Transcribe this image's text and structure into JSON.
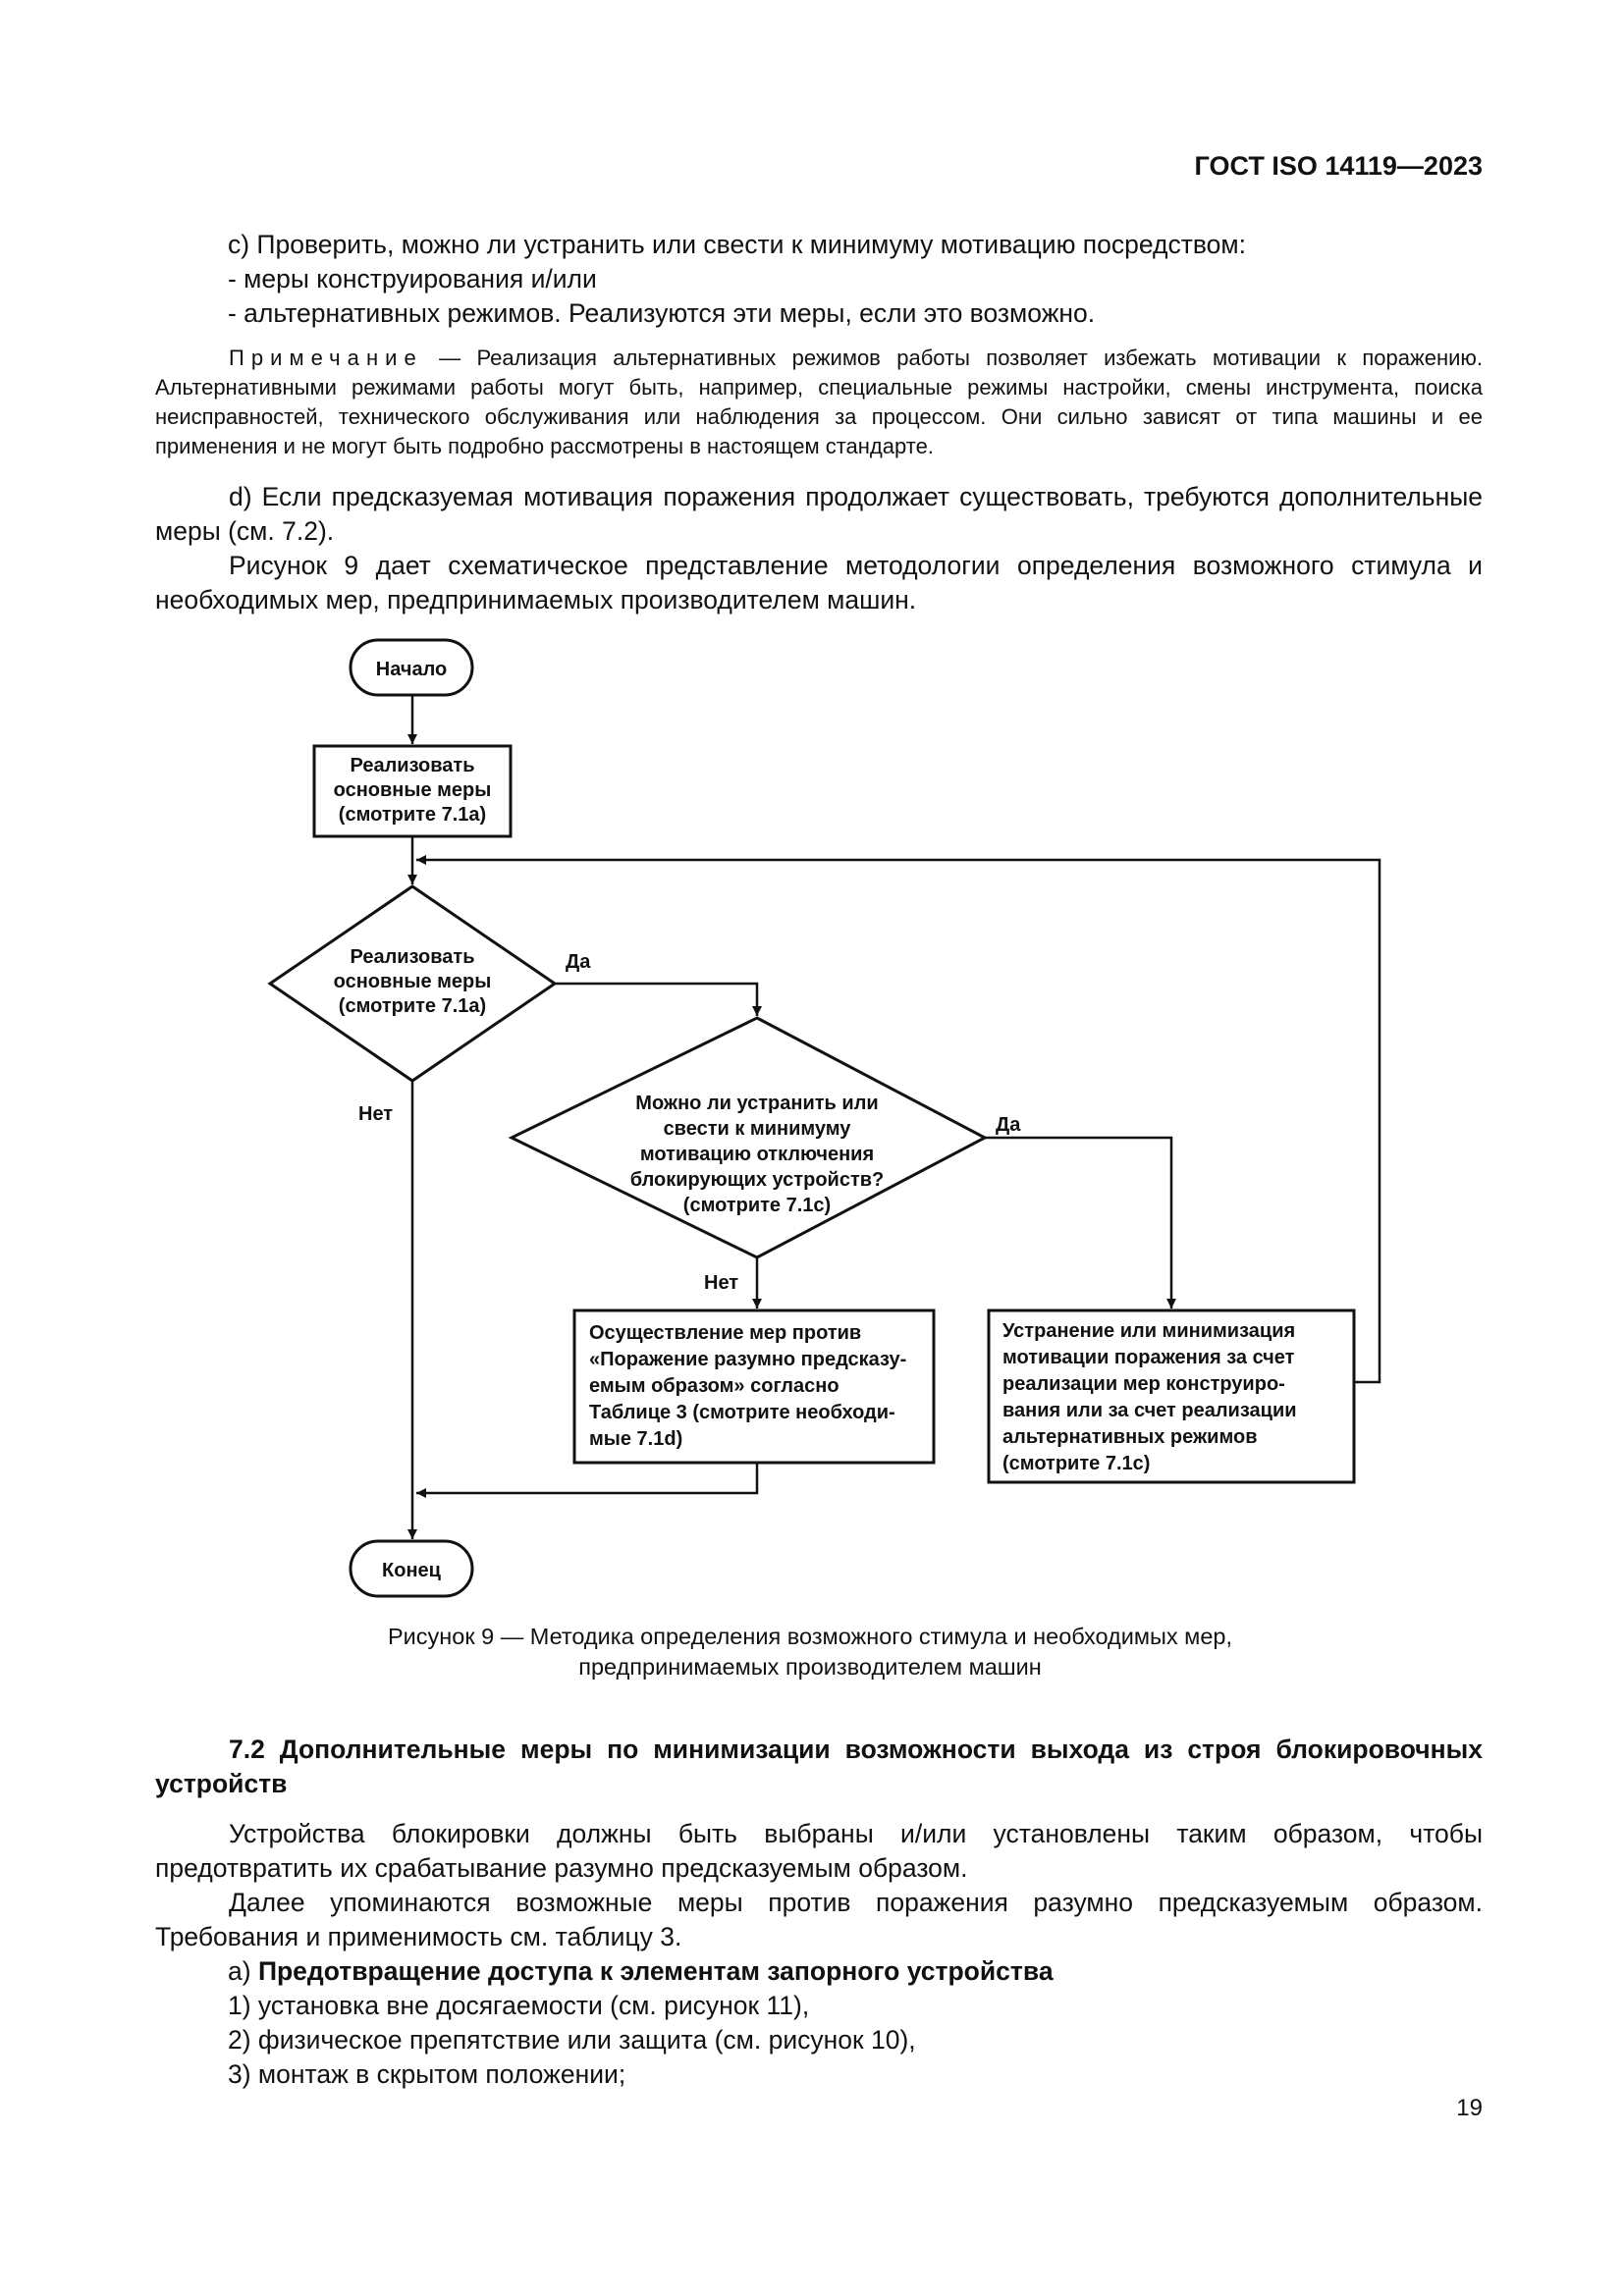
{
  "header": {
    "doc_id": "ГОСТ ISO 14119—2023"
  },
  "body_top": {
    "c_line": "c) Проверить, можно ли устранить или свести к минимуму мотивацию посредством:",
    "dash1": "- меры конструирования и/или",
    "dash2": "- альтернативных режимов. Реализуются эти меры, если это возможно.",
    "note_label": "Примечание",
    "note_text": " — Реализация альтернативных режимов работы позволяет избежать мотивации к поражению. Альтернативными режимами работы могут быть, например, специальные режимы настройки, смены инструмента, поиска неисправностей, технического обслуживания или наблюдения за процессом. Они сильно зависят от типа машины и ее применения и не могут быть подробно рассмотрены в настоящем стандарте.",
    "d_para": "d) Если предсказуемая мотивация поражения продолжает существовать, требуются дополнительные меры (см. 7.2).",
    "fig_ref_para": "Рисунок 9 дает схематическое представление методологии определения возможного стимула и необходимых мер, предпринимаемых производителем машин."
  },
  "flowchart": {
    "start": "Начало",
    "box1": [
      "Реализовать",
      "основные меры",
      "(смотрите 7.1а)"
    ],
    "diamond1": [
      "Реализовать",
      "основные меры",
      "(смотрите 7.1а)"
    ],
    "yes1": "Да",
    "no1": "Нет",
    "diamond2": [
      "Можно ли устранить или",
      "свести к минимуму",
      "мотивацию отключения",
      "блокирующих устройств?",
      "(смотрите 7.1с)"
    ],
    "yes2": "Да",
    "no2": "Нет",
    "box_left": [
      "Осуществление мер против",
      "«Поражение разумно предсказу-",
      "емым образом» согласно",
      "Таблице 3 (смотрите необходи-",
      "мые 7.1d)"
    ],
    "box_right": [
      "Устранение или минимизация",
      "мотивации поражения за счет",
      "реализации мер конструиро-",
      "вания или за счет реализации",
      "альтернативных режимов",
      "(смотрите 7.1с)"
    ],
    "end": "Конец"
  },
  "caption": {
    "line1": "Рисунок 9 — Методика определения возможного стимула и необходимых мер,",
    "line2": "предпринимаемых производителем машин"
  },
  "section": {
    "heading": "7.2 Дополнительные меры по минимизации возможности выхода из строя блокировочных устройств",
    "para1": "Устройства блокировки должны быть выбраны и/или установлены таким образом, чтобы предотвратить их срабатывание разумно предсказуемым образом.",
    "para2": "Далее упоминаются возможные меры против поражения разумно предсказуемым образом. Требования и применимость см. таблицу 3.",
    "a_prefix": "а) ",
    "a_bold": "Предотвращение доступа к элементам запорного устройства",
    "item1": "1) установка вне досягаемости (см. рисунок 11),",
    "item2": "2) физическое препятствие или защита (см. рисунок 10),",
    "item3": "3) монтаж в скрытом положении;"
  },
  "page_number": "19"
}
